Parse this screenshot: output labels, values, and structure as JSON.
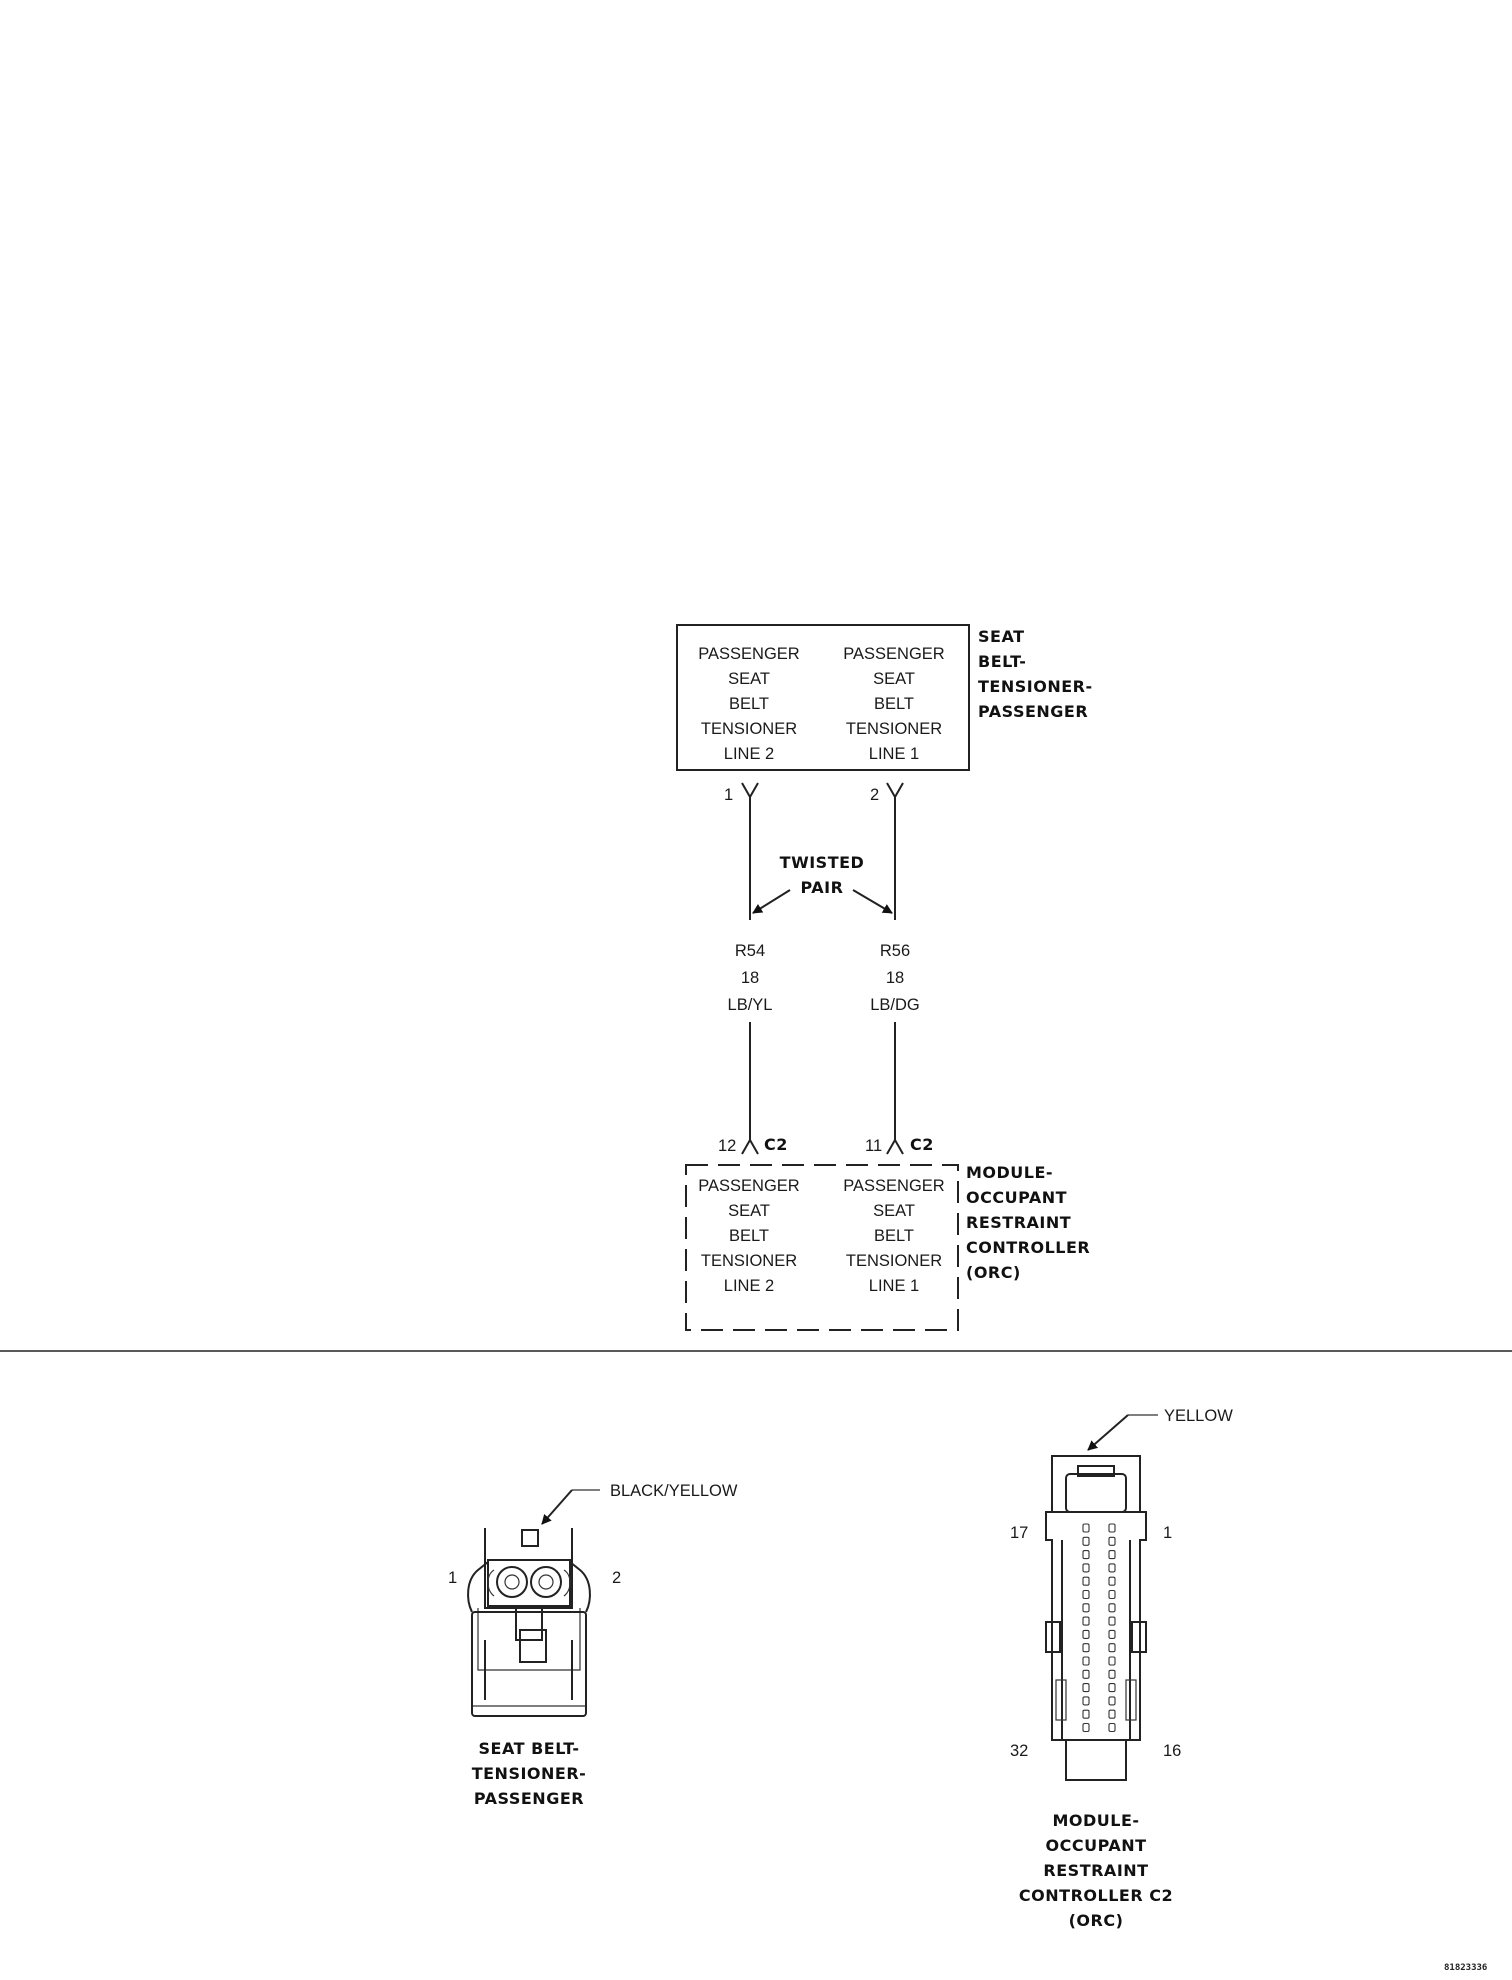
{
  "top_component": {
    "title_lines": [
      "SEAT",
      "BELT-",
      "TENSIONER-",
      "PASSENGER"
    ],
    "left_circuit_lines": [
      "PASSENGER",
      "SEAT",
      "BELT",
      "TENSIONER",
      "LINE 2"
    ],
    "right_circuit_lines": [
      "PASSENGER",
      "SEAT",
      "BELT",
      "TENSIONER",
      "LINE 1"
    ],
    "left_pin": "1",
    "right_pin": "2"
  },
  "twisted_pair_lines": [
    "TWISTED",
    "PAIR"
  ],
  "wires": {
    "left": {
      "circuit": "R54",
      "gauge": "18",
      "color": "LB/YL"
    },
    "right": {
      "circuit": "R56",
      "gauge": "18",
      "color": "LB/DG"
    }
  },
  "bottom_component": {
    "left_pin": "12",
    "right_pin": "11",
    "connector": "C2",
    "title_lines": [
      "MODULE-",
      "OCCUPANT",
      "RESTRAINT",
      "CONTROLLER",
      "(ORC)"
    ],
    "left_circuit_lines": [
      "PASSENGER",
      "SEAT",
      "BELT",
      "TENSIONER",
      "LINE 2"
    ],
    "right_circuit_lines": [
      "PASSENGER",
      "SEAT",
      "BELT",
      "TENSIONER",
      "LINE 1"
    ]
  },
  "connector_views": {
    "tensioner": {
      "color_label": "BLACK/YELLOW",
      "pin_left": "1",
      "pin_right": "2",
      "title_lines": [
        "SEAT BELT-",
        "TENSIONER-",
        "PASSENGER"
      ]
    },
    "orc": {
      "color_label": "YELLOW",
      "pin_top_left": "17",
      "pin_top_right": "1",
      "pin_bottom_left": "32",
      "pin_bottom_right": "16",
      "title_lines": [
        "MODULE-",
        "OCCUPANT",
        "RESTRAINT",
        "CONTROLLER C2",
        "(ORC)"
      ]
    }
  },
  "figure_id": "81823336"
}
